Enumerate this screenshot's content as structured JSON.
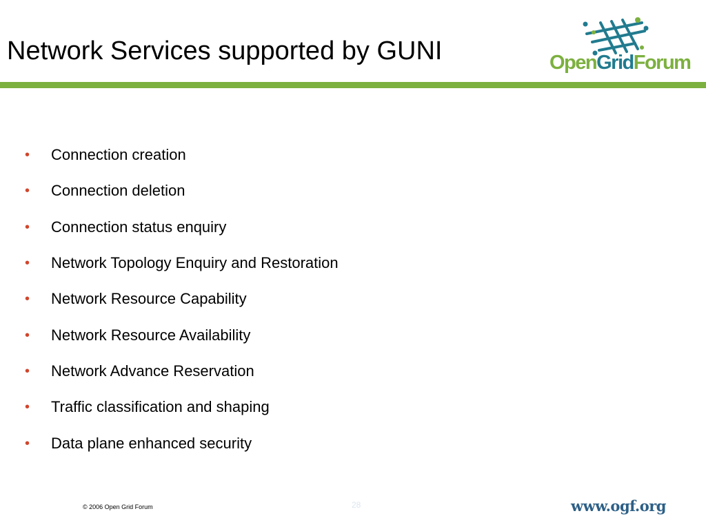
{
  "slide": {
    "title": "Network Services supported by GUNI",
    "bullet_glyph": "•",
    "bullets": [
      "Connection creation",
      "Connection deletion",
      "Connection status enquiry",
      "Network Topology Enquiry and Restoration",
      "Network Resource Capability",
      "Network Resource Availability",
      "Network Advance Reservation",
      "Traffic classification and shaping",
      "Data plane enhanced security"
    ]
  },
  "logo": {
    "open": "Open",
    "grid": "Grid",
    "forum": "Forum",
    "icon": "grid-network-icon"
  },
  "footer": {
    "copyright": "© 2006 Open Grid Forum",
    "page_number": "28",
    "url": "www.ogf.org"
  },
  "colors": {
    "accent_green": "#7cb03f",
    "logo_teal": "#217b8f",
    "bullet_red": "#d0462c",
    "url_blue": "#2d5f86"
  }
}
